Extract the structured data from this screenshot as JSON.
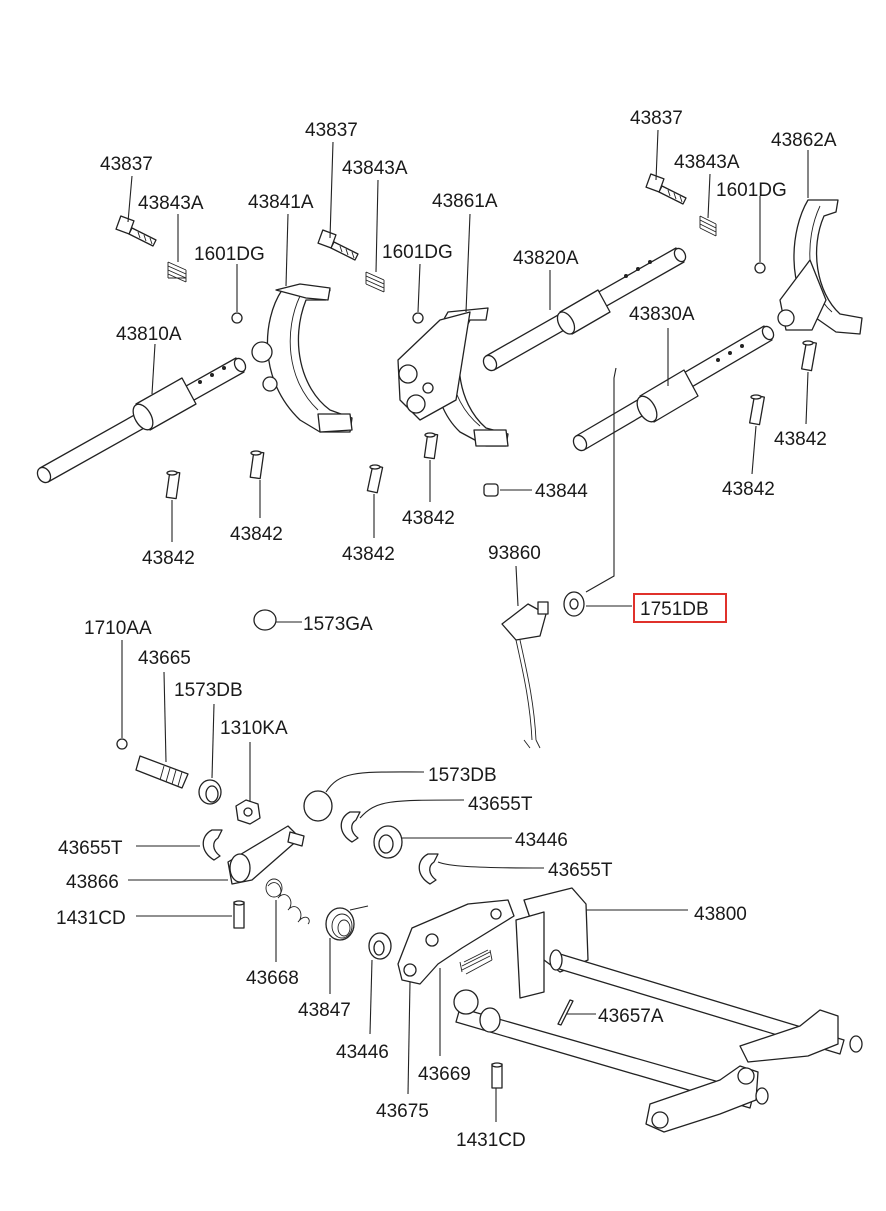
{
  "labels": {
    "l43837a": "43837",
    "l43843a_a": "43843A",
    "l43841a": "43841A",
    "l1601dg_a": "1601DG",
    "l43810a": "43810A",
    "l43837b": "43837",
    "l43843a_b": "43843A",
    "l1601dg_b": "1601DG",
    "l43861a": "43861A",
    "l43820a": "43820A",
    "l43837c": "43837",
    "l43843a_c": "43843A",
    "l1601dg_c": "1601DG",
    "l43862a": "43862A",
    "l43830a": "43830A",
    "l43842_a": "43842",
    "l43842_b": "43842",
    "l43842_c": "43842",
    "l43842_d": "43842",
    "l43842_e": "43842",
    "l43842_f": "43842",
    "l43844": "43844",
    "l93860": "93860",
    "l1751db": "1751DB",
    "l1573ga": "1573GA",
    "l1710aa": "1710AA",
    "l43665": "43665",
    "l1573db_a": "1573DB",
    "l1310ka": "1310KA",
    "l1573db_b": "1573DB",
    "l43655t_a": "43655T",
    "l43655t_b": "43655T",
    "l43446_a": "43446",
    "l43655t_c": "43655T",
    "l43866": "43866",
    "l1431cd_a": "1431CD",
    "l43800": "43800",
    "l43668": "43668",
    "l43847": "43847",
    "l43446_b": "43446",
    "l43669": "43669",
    "l43657a": "43657A",
    "l43675": "43675",
    "l1431cd_b": "1431CD"
  },
  "colors": {
    "highlight": "#e0312b",
    "ink": "#222222"
  }
}
